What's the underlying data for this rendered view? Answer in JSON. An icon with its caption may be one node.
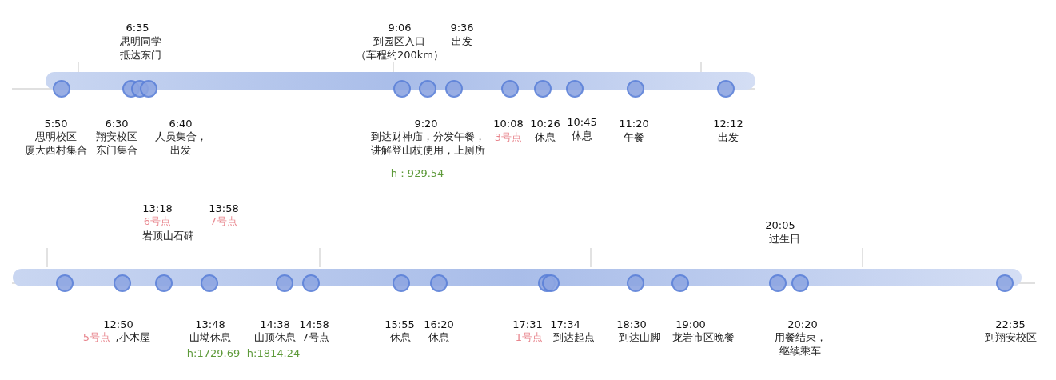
{
  "diagram": {
    "nodes": [
      {
        "text": [],
        "shape": "circle",
        "beside": [
          "5:50",
          "思明校区厦大西村集合"
        ]
      },
      {
        "text": [],
        "shape": "circle",
        "beside": [
          "6:30",
          "翔安校区东门集合"
        ]
      },
      {
        "text": [],
        "shape": "circle",
        "beside": [
          "6:35",
          "思明同学抵达东门"
        ]
      },
      {
        "text": [],
        "shape": "circle",
        "beside": [
          "6:40",
          "人员集合，出发"
        ]
      },
      {
        "text": [],
        "shape": "circle",
        "beside": [
          "9:06",
          "到园区入口（车程约200km）"
        ]
      },
      {
        "text": [],
        "shape": "circle",
        "beside": [
          "9:20",
          "到达财神庙，分发午餐，讲解登山杖使用，上厕所",
          "h：929.54"
        ]
      },
      {
        "text": [],
        "shape": "circle",
        "beside": [
          "9:36",
          "出发"
        ]
      },
      {
        "text": [],
        "shape": "circle",
        "beside": [
          "10:08",
          "3号点"
        ]
      },
      {
        "text": [],
        "shape": "circle",
        "beside": [
          "10:26",
          "休息"
        ]
      },
      {
        "text": [],
        "shape": "circle",
        "beside": [
          "10:45",
          "休息"
        ]
      },
      {
        "text": [],
        "shape": "circle",
        "beside": [
          "11:20",
          "午餐"
        ]
      },
      {
        "text": [],
        "shape": "circle",
        "beside": [
          "12:12",
          "出发"
        ]
      },
      {
        "text": [],
        "shape": "circle"
      },
      {
        "text": [],
        "shape": "circle",
        "beside": [
          "12:50",
          "5号点",
          ",小木屋"
        ]
      },
      {
        "text": [],
        "shape": "circle",
        "beside": [
          "13:18",
          "6号点",
          "岩顶山石碑"
        ]
      },
      {
        "text": [],
        "shape": "circle",
        "beside": [
          "13:48",
          "山坳休息",
          "h:1729.69"
        ]
      },
      {
        "text": [],
        "shape": "circle",
        "beside": [
          "14:38",
          "山顶休息",
          "h:1814.24"
        ]
      },
      {
        "text": [],
        "shape": "circle",
        "beside": [
          "14:58",
          "7号点"
        ]
      },
      {
        "text": [],
        "shape": "circle",
        "beside": [
          "15:55",
          "休息"
        ]
      },
      {
        "text": [],
        "shape": "circle",
        "beside": [
          "16:20",
          "休息"
        ]
      },
      {
        "text": [],
        "shape": "circle",
        "beside": [
          "17:31",
          "1号点"
        ]
      },
      {
        "text": [],
        "shape": "circle",
        "beside": [
          "17:34",
          "到达起点"
        ]
      },
      {
        "text": [],
        "shape": "circle",
        "beside": [
          "18:30",
          "到达山脚"
        ]
      },
      {
        "text": [],
        "shape": "circle",
        "beside": [
          "19:00",
          "龙岩市区晚餐"
        ]
      },
      {
        "text": [],
        "shape": "circle",
        "beside": [
          "20:05",
          "过生日"
        ]
      },
      {
        "text": [],
        "shape": "circle",
        "beside": [
          "20:20",
          "用餐结束，继续乘车"
        ]
      },
      {
        "text": [],
        "shape": "circle",
        "beside": [
          "22:35",
          "到翔安校区"
        ]
      }
    ],
    "labels": [
      "13:58",
      "7号点"
    ]
  }
}
